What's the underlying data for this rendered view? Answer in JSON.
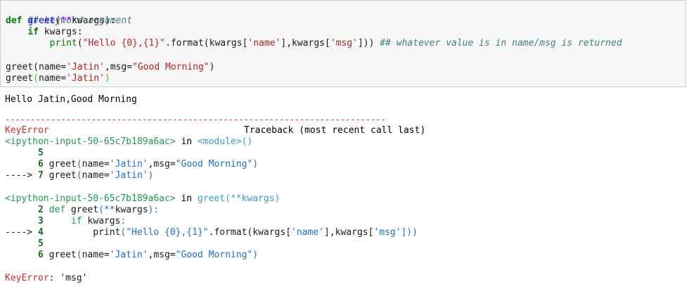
{
  "input_cell": {
    "lines": [
      {
        "comment": "## keyword argument"
      },
      {
        "def_kw": "def",
        "fn_name": "greet",
        "open": "(",
        "op": "**",
        "params": "kwargs):"
      },
      {
        "indent": "    ",
        "if_kw": "if",
        "rest": " kwargs:"
      },
      {
        "indent": "        ",
        "print_kw": "print",
        "p_open": "(",
        "fmt": "\"Hello {0},{1}\"",
        "format_call": ".format(kwargs[",
        "key_name": "'name'",
        "mid": "],kwargs[",
        "key_msg": "'msg'",
        "close": "])) ",
        "comment": "## whatever value is in name/msg is returned"
      },
      {
        "text": ""
      },
      {
        "call": "greet(name=",
        "arg_name": "'Jatin'",
        "sep": ",msg=",
        "arg_msg": "\"Good Morning\"",
        "close": ")"
      },
      {
        "call": "greet",
        "open": "(",
        "kw": "name=",
        "arg_name": "'Jatin'",
        "close": ")"
      }
    ]
  },
  "output": {
    "stdout": "Hello Jatin,Good Morning",
    "divider": "---------------------------------------------------------------------------",
    "error_name": "KeyError",
    "traceback_header": "Traceback (most recent call last)",
    "frame1": {
      "location": "<ipython-input-50-65c7b189a6ac>",
      "in_word": " in ",
      "scope": "<module>()",
      "lines": [
        {
          "arrow": "      ",
          "num": "5",
          "code": ""
        },
        {
          "arrow": "      ",
          "num": "6",
          "code_call": " greet",
          "code_open": "(",
          "code_kw": "name=",
          "code_arg1": "'Jatin'",
          "code_sep": ",msg=",
          "code_arg2": "\"Good Morning\"",
          "code_close": ")"
        },
        {
          "arrow": "----> ",
          "num": "7",
          "code_call": " greet",
          "code_open": "(",
          "code_kw": "name=",
          "code_arg1": "'Jatin'",
          "code_close": ")"
        }
      ]
    },
    "frame2": {
      "location": "<ipython-input-50-65c7b189a6ac>",
      "in_word": " in ",
      "scope": "greet(**kwargs)",
      "lines": [
        {
          "arrow": "      ",
          "num": "2",
          "code_kw": " def",
          "code_rest": " greet",
          "code_open": "(",
          "code_op": "**",
          "code_params": "kwargs",
          "code_close": "):"
        },
        {
          "arrow": "      ",
          "num": "3",
          "code_indent": "     ",
          "code_kw": "if",
          "code_rest": " kwargs",
          "code_colon": ":"
        },
        {
          "arrow": "----> ",
          "num": "4",
          "code_indent": "         ",
          "code_kw": "print",
          "code_open": "(",
          "code_fmt": "\"Hello {0},{1}\"",
          "code_mid": ".format(kwargs[",
          "code_key1": "'name'",
          "code_mid2": "],kwargs[",
          "code_key2": "'msg'",
          "code_close": "]))"
        },
        {
          "arrow": "      ",
          "num": "5",
          "code": ""
        },
        {
          "arrow": "      ",
          "num": "6",
          "code_call": " greet",
          "code_open": "(",
          "code_kw": "name=",
          "code_arg1": "'Jatin'",
          "code_sep": ",msg=",
          "code_arg2": "\"Good Morning\"",
          "code_close": ")"
        }
      ]
    },
    "final_error_name": "KeyError",
    "final_error_msg": ": 'msg'"
  }
}
